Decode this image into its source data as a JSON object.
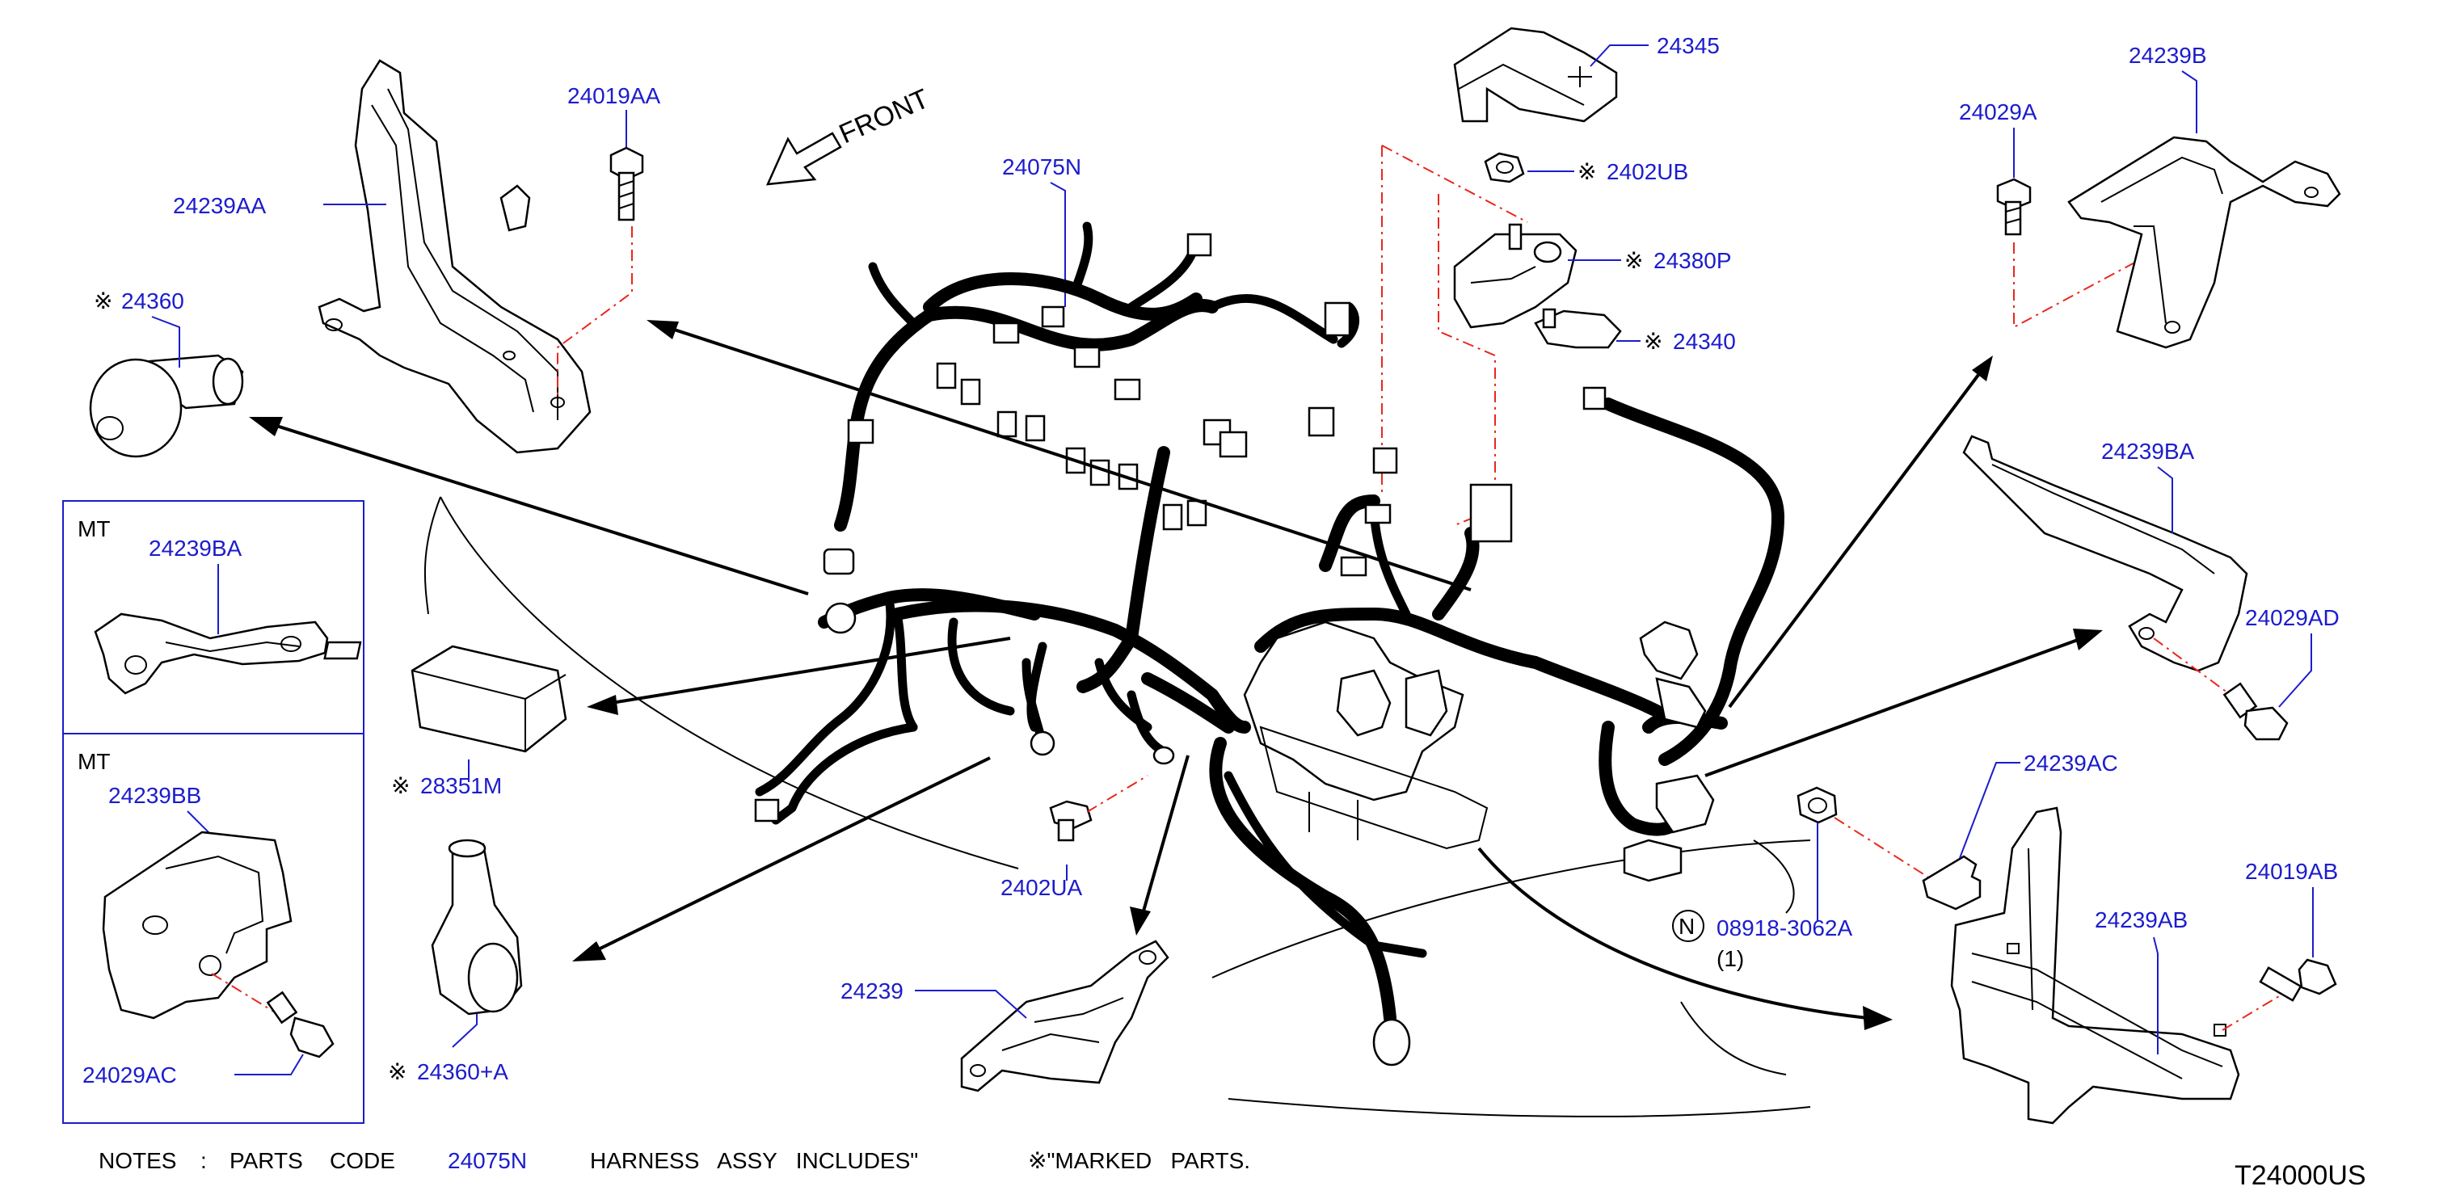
{
  "title": "T24000US",
  "front_label": "FRONT",
  "mt_box": {
    "top_label": "MT",
    "top_part": "24239BA",
    "bottom_label": "MT",
    "bottom_part_1": "24239BB",
    "bottom_part_2": "24029AC"
  },
  "parts": {
    "p24239AA": "24239AA",
    "p24019AA": "24019AA",
    "p24360": "24360",
    "p24075N": "24075N",
    "p24345": "24345",
    "p2402UB": "2402UB",
    "p24380P": "24380P",
    "p24340": "24340",
    "p24029A": "24029A",
    "p24239B": "24239B",
    "p24239BA": "24239BA",
    "p24029AD": "24029AD",
    "p28351M": "28351M",
    "p2402UA": "2402UA",
    "p24360A": "24360+A",
    "p24239": "24239",
    "p24239AC": "24239AC",
    "p08918": "08918-3062A",
    "p08918_qty": "(1)",
    "p08918_prefix": "N",
    "p24019AB": "24019AB",
    "p24239AB": "24239AB"
  },
  "marker_symbol": "※",
  "notes": {
    "label": "NOTES",
    "colon": ":",
    "parts": "PARTS",
    "code": "CODE",
    "code_value": "24075N",
    "text": "HARNESS   ASSY   INCLUDES\"",
    "marked": "※\"MARKED   PARTS."
  }
}
